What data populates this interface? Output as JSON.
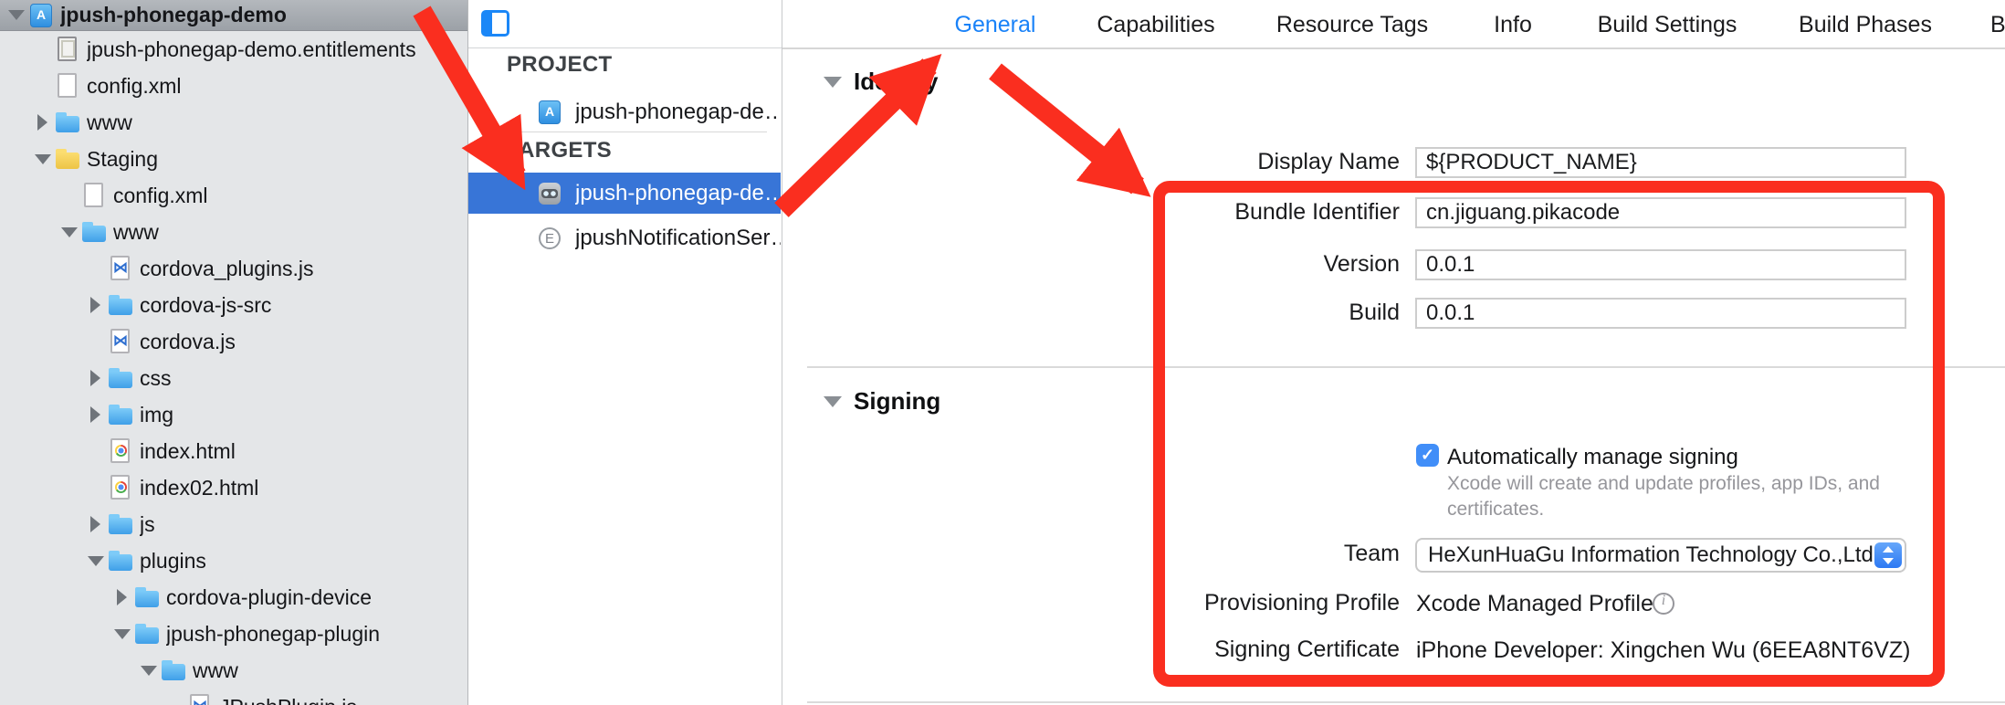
{
  "navigator": {
    "items": [
      {
        "label": "jpush-phonegap-demo",
        "level": 0,
        "icon": "project",
        "expand": "open",
        "selected": true
      },
      {
        "label": "jpush-phonegap-demo.entitlements",
        "level": 1,
        "icon": "entitlements",
        "expand": null
      },
      {
        "label": "config.xml",
        "level": 1,
        "icon": "file",
        "expand": null
      },
      {
        "label": "www",
        "level": 1,
        "icon": "folder-blue",
        "expand": "closed"
      },
      {
        "label": "Staging",
        "level": 1,
        "icon": "folder-yellow",
        "expand": "open"
      },
      {
        "label": "config.xml",
        "level": 2,
        "icon": "file",
        "expand": null
      },
      {
        "label": "www",
        "level": 2,
        "icon": "folder-blue",
        "expand": "open"
      },
      {
        "label": "cordova_plugins.js",
        "level": 3,
        "icon": "js",
        "expand": null
      },
      {
        "label": "cordova-js-src",
        "level": 3,
        "icon": "folder-blue",
        "expand": "closed"
      },
      {
        "label": "cordova.js",
        "level": 3,
        "icon": "js",
        "expand": null
      },
      {
        "label": "css",
        "level": 3,
        "icon": "folder-blue",
        "expand": "closed"
      },
      {
        "label": "img",
        "level": 3,
        "icon": "folder-blue",
        "expand": "closed"
      },
      {
        "label": "index.html",
        "level": 3,
        "icon": "html",
        "expand": null
      },
      {
        "label": "index02.html",
        "level": 3,
        "icon": "html",
        "expand": null
      },
      {
        "label": "js",
        "level": 3,
        "icon": "folder-blue",
        "expand": "closed"
      },
      {
        "label": "plugins",
        "level": 3,
        "icon": "folder-blue",
        "expand": "open"
      },
      {
        "label": "cordova-plugin-device",
        "level": 4,
        "icon": "folder-blue",
        "expand": "closed"
      },
      {
        "label": "jpush-phonegap-plugin",
        "level": 4,
        "icon": "folder-blue",
        "expand": "open"
      },
      {
        "label": "www",
        "level": 5,
        "icon": "folder-blue",
        "expand": "open"
      },
      {
        "label": "JPushPlugin.js",
        "level": 6,
        "icon": "js",
        "expand": null
      }
    ]
  },
  "panel": {
    "project_header": "PROJECT",
    "project_label": "jpush-phonegap-de…",
    "targets_header": "TARGETS",
    "targets": [
      {
        "label": "jpush-phonegap-de…",
        "selected": true
      },
      {
        "label": "jpushNotificationSer…",
        "selected": false
      }
    ]
  },
  "tabs": [
    {
      "label": "General",
      "active": true
    },
    {
      "label": "Capabilities",
      "active": false
    },
    {
      "label": "Resource Tags",
      "active": false
    },
    {
      "label": "Info",
      "active": false
    },
    {
      "label": "Build Settings",
      "active": false
    },
    {
      "label": "Build Phases",
      "active": false
    },
    {
      "label": "B",
      "active": false,
      "partial": true
    }
  ],
  "identity": {
    "header": "Identity",
    "fields": [
      {
        "label": "Display Name",
        "value": "${PRODUCT_NAME}"
      },
      {
        "label": "Bundle Identifier",
        "value": "cn.jiguang.pikacode"
      },
      {
        "label": "Version",
        "value": "0.0.1"
      },
      {
        "label": "Build",
        "value": "0.0.1"
      }
    ]
  },
  "signing": {
    "header": "Signing",
    "auto_manage_label": "Automatically manage signing",
    "auto_manage_desc": "Xcode will create and update profiles, app IDs, and certificates.",
    "team_label": "Team",
    "team_value": "HeXunHuaGu Information Technology Co.,Ltd.",
    "provisioning_label": "Provisioning Profile",
    "provisioning_value": "Xcode Managed Profile",
    "certificate_label": "Signing Certificate",
    "certificate_value": "iPhone Developer: Xingchen Wu (6EEA8NT6VZ)"
  },
  "annotations": {
    "highlight_color": "#fa2e1f",
    "arrow_count": 3,
    "has_highlight_box": true
  }
}
